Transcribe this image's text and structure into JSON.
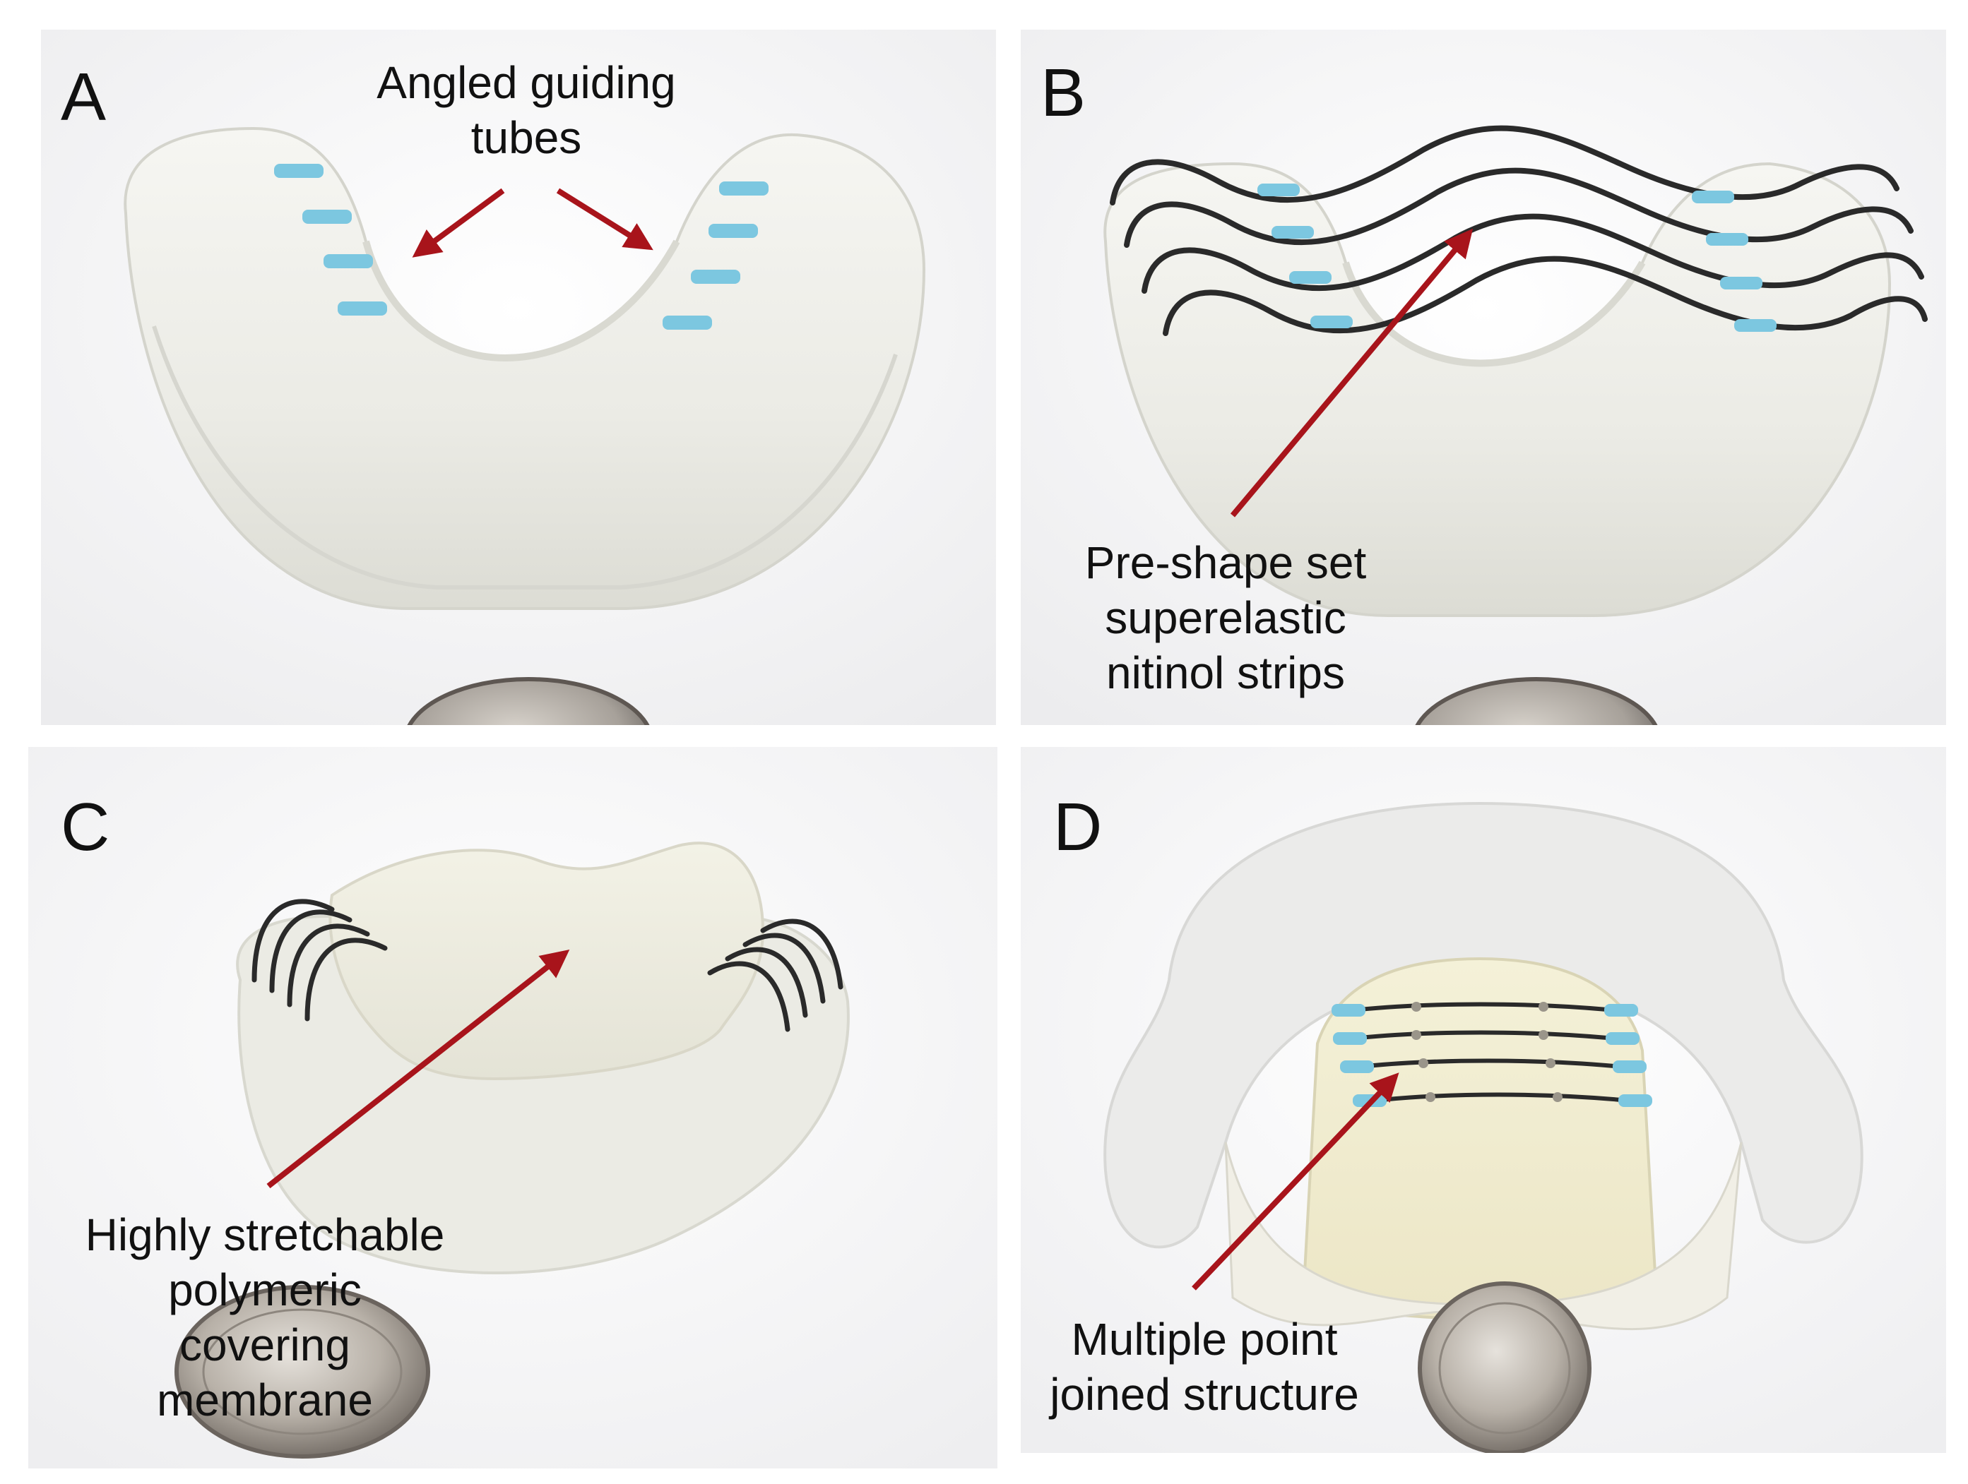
{
  "colors": {
    "arrow": "#a8141b",
    "tube": "#7cc7e0",
    "wire": "#2a2a2a"
  },
  "panels": [
    {
      "label": "A",
      "caption": [
        "Angled guiding",
        "tubes"
      ]
    },
    {
      "label": "B",
      "caption": [
        "Pre-shape set",
        "superelastic",
        "nitinol strips"
      ]
    },
    {
      "label": "C",
      "caption": [
        "Highly stretchable",
        "polymeric",
        "covering",
        "membrane"
      ]
    },
    {
      "label": "D",
      "caption": [
        "Multiple point",
        "joined structure"
      ]
    }
  ]
}
